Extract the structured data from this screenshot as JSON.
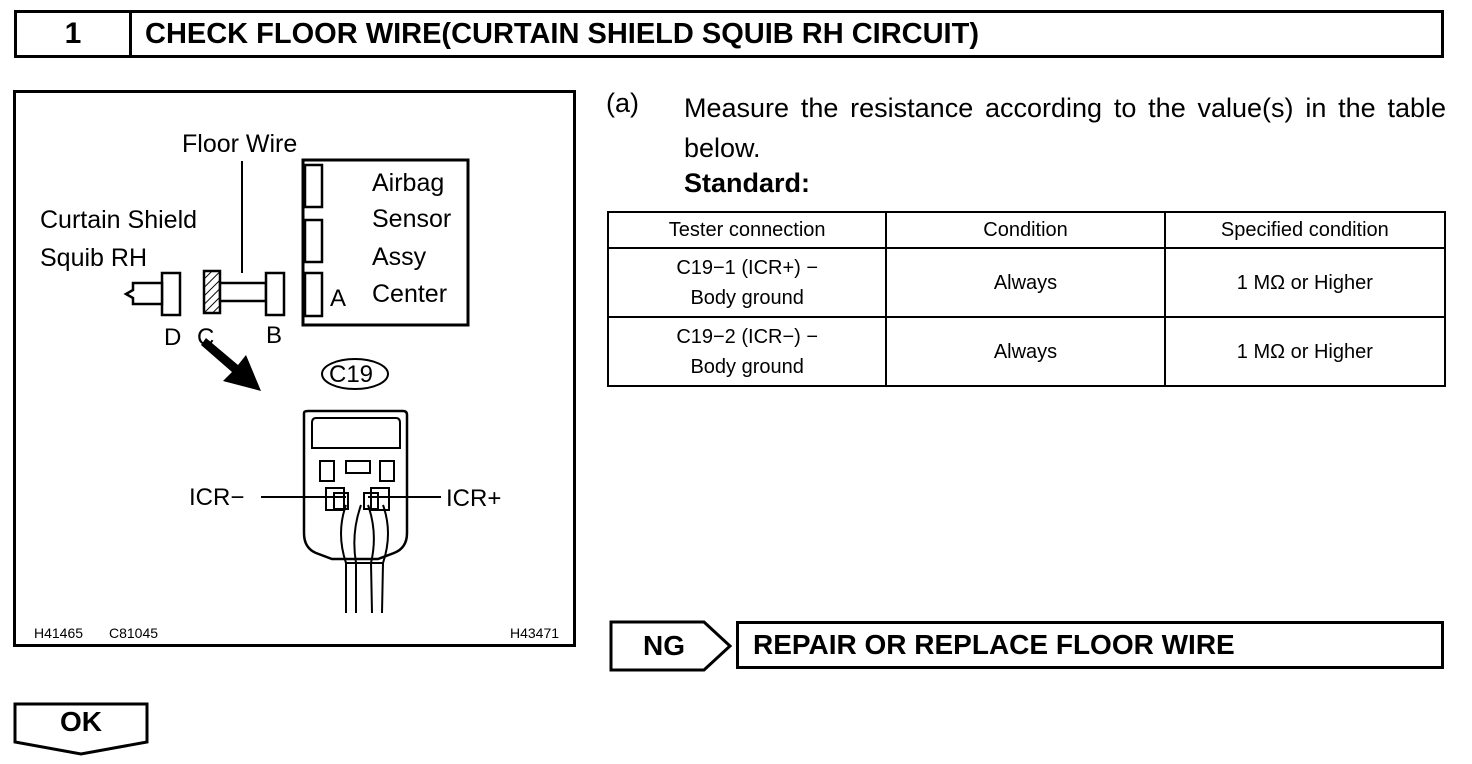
{
  "header": {
    "step_number": "1",
    "title": "CHECK FLOOR WIRE(CURTAIN SHIELD SQUIB RH CIRCUIT)"
  },
  "figure": {
    "floor_wire_label": "Floor Wire",
    "curtain_shield_line1": "Curtain Shield",
    "curtain_shield_line2": "Squib RH",
    "airbag_line1": "Airbag",
    "airbag_line2": "Sensor",
    "airbag_line3": "Assy",
    "airbag_line4": "Center",
    "connector_a": "A",
    "connector_b": "B",
    "connector_c": "C",
    "connector_d": "D",
    "connector_id": "C19",
    "pin_icr_minus": "ICR−",
    "pin_icr_plus": "ICR+",
    "code_left1": "H41465",
    "code_left2": "C81045",
    "code_right": "H43471"
  },
  "instruction": {
    "label": "(a)",
    "text": "Measure the resistance according to the value(s) in the table below.",
    "standard_label": "Standard:"
  },
  "table": {
    "headers": [
      "Tester connection",
      "Condition",
      "Specified condition"
    ],
    "rows": [
      {
        "connection_line1": "C19−1 (ICR+) −",
        "connection_line2": "Body ground",
        "condition": "Always",
        "specified": "1 MΩ or Higher"
      },
      {
        "connection_line1": "C19−2 (ICR−) −",
        "connection_line2": "Body ground",
        "condition": "Always",
        "specified": "1 MΩ or Higher"
      }
    ]
  },
  "result_ng": {
    "label": "NG",
    "action": "REPAIR OR REPLACE FLOOR WIRE"
  },
  "result_ok": {
    "label": "OK"
  }
}
